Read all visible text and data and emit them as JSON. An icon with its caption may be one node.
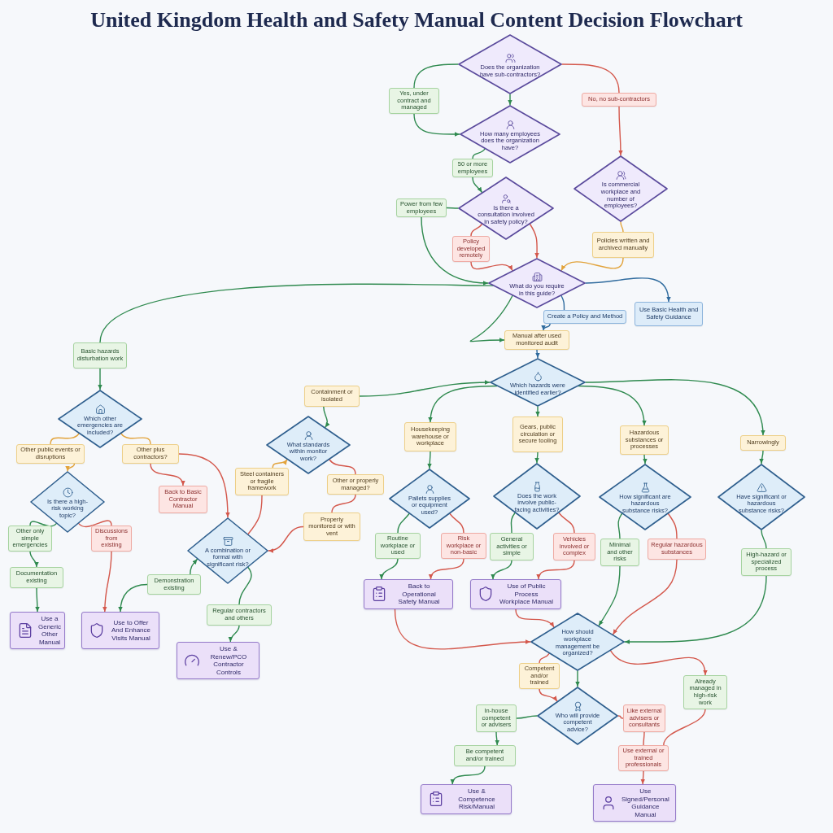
{
  "diagram": {
    "title": "United Kingdom Health and Safety Manual Content Decision Flowchart",
    "nodes": [
      {
        "text": [
          "Does the organization have sub-contractors?"
        ]
      },
      {
        "text": [
          "Yes, under contract and managed"
        ]
      },
      {
        "text": [
          "No, no sub-contractors"
        ]
      },
      {
        "text": [
          "How many employees does the organization have?"
        ]
      },
      {
        "text": [
          "50 or more employees"
        ]
      },
      {
        "text": [
          "Is there a consultation involved in safety policy?"
        ]
      },
      {
        "text": [
          "Is commercial workplace and number of employees?"
        ]
      },
      {
        "text": [
          "Power from few employees"
        ]
      },
      {
        "text": [
          "Policy developed remotely"
        ]
      },
      {
        "text": [
          "Policies written and archived manually"
        ]
      },
      {
        "text": [
          "What do you require in this guide?"
        ]
      },
      {
        "text": [
          "Create a Policy and Method"
        ]
      },
      {
        "text": [
          "Use Basic Health and Safety Guidance"
        ]
      },
      {
        "text": [
          "Manual after used monitored audit"
        ]
      },
      {
        "text": [
          "Basic hazards disturbation work"
        ]
      },
      {
        "text": [
          "Which hazards were identified earlier?"
        ]
      },
      {
        "text": [
          "Which other emergencies are included?"
        ]
      },
      {
        "text": [
          "Containment or isolated"
        ]
      },
      {
        "text": [
          "Housekeeping warehouse or workplace"
        ]
      },
      {
        "text": [
          "Gears, public circulation or secure tooling"
        ]
      },
      {
        "text": [
          "Hazardous substances or processes"
        ]
      },
      {
        "text": [
          "Narrowingly"
        ]
      },
      {
        "text": [
          "What standards within monitor work?"
        ]
      },
      {
        "text": [
          "Other public events or disruptions"
        ]
      },
      {
        "text": [
          "Other plus contractors?"
        ]
      },
      {
        "text": [
          "Steel containers or fragile framework"
        ]
      },
      {
        "text": [
          "Other or properly managed?"
        ]
      },
      {
        "text": [
          "Pallets supplies or equipment used?"
        ]
      },
      {
        "text": [
          "Does the work involve public-facing activities?"
        ]
      },
      {
        "text": [
          "How significant are hazardous substance risks?"
        ]
      },
      {
        "text": [
          "Have significant or hazardous substance risks?"
        ]
      },
      {
        "text": [
          "Is there a high-risk working topic?"
        ]
      },
      {
        "text": [
          "Back to Basic Contractor Manual"
        ]
      },
      {
        "text": [
          "Properly monitored or with vent"
        ]
      },
      {
        "text": [
          "Other only simple emergencies"
        ]
      },
      {
        "text": [
          "Discussions from existing"
        ]
      },
      {
        "text": [
          "A combination or formal with significant risk?"
        ]
      },
      {
        "text": [
          "Routine workplace or used"
        ]
      },
      {
        "text": [
          "Risk workplace or non-basic"
        ]
      },
      {
        "text": [
          "General activities or simple"
        ]
      },
      {
        "text": [
          "Vehicles involved or complex"
        ]
      },
      {
        "text": [
          "Minimal and other risks"
        ]
      },
      {
        "text": [
          "Regular hazardous substances"
        ]
      },
      {
        "text": [
          "High-hazard or specialized process"
        ]
      },
      {
        "text": [
          "Documentation existing"
        ]
      },
      {
        "text": [
          "Demonstration existing"
        ]
      },
      {
        "text": [
          "Back to Operational Safety Manual"
        ]
      },
      {
        "text": [
          "Use of Public Process Workplace Manual"
        ]
      },
      {
        "text": [
          "Regular contractors and others"
        ]
      },
      {
        "text": [
          "Use a Generic Other Manual"
        ]
      },
      {
        "text": [
          "Use to Offer And Enhance Visits Manual"
        ]
      },
      {
        "text": [
          "How should workplace management be organized?"
        ]
      },
      {
        "text": [
          "Use & Renew/PCO Contractor Controls"
        ]
      },
      {
        "text": [
          "Competent and/or trained"
        ]
      },
      {
        "text": [
          "Already managed in high-risk work"
        ]
      },
      {
        "text": [
          "Who will provide competent advice?"
        ]
      },
      {
        "text": [
          "In-house competent or advisers"
        ]
      },
      {
        "text": [
          "Like external advisers or consultants"
        ]
      },
      {
        "text": [
          "Be competent and/or trained"
        ]
      },
      {
        "text": [
          "Use external or trained professionals"
        ]
      },
      {
        "text": [
          "Use & Competence Risk/Manual"
        ]
      },
      {
        "text": [
          "Use Signed/Personal Guidance Manual"
        ]
      }
    ],
    "edges": [
      {
        "from": 0,
        "to": 1,
        "arrow": "none"
      },
      {
        "from": 1,
        "to": 3,
        "arrow": "to"
      },
      {
        "from": 0,
        "to": 3,
        "arrow": "to"
      },
      {
        "from": 0,
        "to": 2,
        "arrow": "none",
        "color": "#d4584c"
      },
      {
        "from": 2,
        "to": 6,
        "arrow": "to",
        "color": "#d4584c"
      },
      {
        "from": 3,
        "to": 4,
        "arrow": "none"
      },
      {
        "from": 4,
        "to": 5,
        "arrow": "to"
      },
      {
        "from": 5,
        "to": 7,
        "arrow": "none"
      },
      {
        "from": 7,
        "to": 10,
        "arrow": "to"
      },
      {
        "from": 5,
        "to": 8,
        "arrow": "none",
        "color": "#d4584c"
      },
      {
        "from": 8,
        "to": 10,
        "arrow": "to",
        "color": "#d4584c"
      },
      {
        "from": 5,
        "to": 10,
        "arrow": "to",
        "color": "#d4584c"
      },
      {
        "from": 6,
        "to": 9,
        "arrow": "none",
        "color": "#e2a33b"
      },
      {
        "from": 9,
        "to": 10,
        "arrow": "to",
        "color": "#e2a33b"
      },
      {
        "from": 10,
        "to": 14,
        "arrow": "none"
      },
      {
        "from": 14,
        "to": 16,
        "arrow": "to"
      },
      {
        "from": 10,
        "to": 13,
        "arrow": "to"
      },
      {
        "from": 10,
        "to": 11,
        "arrow": "none",
        "color": "#2f6b9e"
      },
      {
        "from": 11,
        "to": 13,
        "arrow": "to",
        "color": "#2f6b9e"
      },
      {
        "from": 10,
        "to": 12,
        "arrow": "to",
        "color": "#2f6b9e"
      },
      {
        "from": 13,
        "to": 15,
        "arrow": "to",
        "color": "#2f6b9e"
      },
      {
        "from": 17,
        "to": 15,
        "arrow": "to"
      },
      {
        "from": 17,
        "to": 22,
        "arrow": "to"
      },
      {
        "from": 15,
        "to": 18,
        "arrow": "to"
      },
      {
        "from": 15,
        "to": 19,
        "arrow": "to"
      },
      {
        "from": 15,
        "to": 20,
        "arrow": "to"
      },
      {
        "from": 15,
        "to": 21,
        "arrow": "to"
      },
      {
        "from": 16,
        "to": 23,
        "arrow": "none",
        "color": "#e2a33b"
      },
      {
        "from": 23,
        "to": 31,
        "arrow": "to",
        "color": "#e2a33b"
      },
      {
        "from": 16,
        "to": 24,
        "arrow": "none",
        "color": "#e2a33b"
      },
      {
        "from": 24,
        "to": 32,
        "arrow": "to",
        "color": "#d4584c"
      },
      {
        "from": 24,
        "to": 36,
        "arrow": "to",
        "color": "#d4584c"
      },
      {
        "from": 18,
        "to": 27,
        "arrow": "to"
      },
      {
        "from": 19,
        "to": 28,
        "arrow": "to"
      },
      {
        "from": 20,
        "to": 29,
        "arrow": "to"
      },
      {
        "from": 21,
        "to": 30,
        "arrow": "to"
      },
      {
        "from": 36,
        "to": 25,
        "arrow": "none",
        "color": "#d4584c"
      },
      {
        "from": 25,
        "to": 22,
        "arrow": "to",
        "color": "#e2a33b"
      },
      {
        "from": 22,
        "to": 26,
        "arrow": "none",
        "color": "#d4584c"
      },
      {
        "from": 26,
        "to": 33,
        "arrow": "none",
        "color": "#d4584c"
      },
      {
        "from": 33,
        "to": 36,
        "arrow": "to",
        "color": "#d4584c"
      },
      {
        "from": 31,
        "to": 34,
        "arrow": "none"
      },
      {
        "from": 34,
        "to": 44,
        "arrow": "to"
      },
      {
        "from": 44,
        "to": 49,
        "arrow": "to"
      },
      {
        "from": 31,
        "to": 35,
        "arrow": "none",
        "color": "#d4584c"
      },
      {
        "from": 35,
        "to": 50,
        "arrow": "to",
        "color": "#d4584c"
      },
      {
        "from": 45,
        "to": 36,
        "arrow": "to"
      },
      {
        "from": 45,
        "to": 50,
        "arrow": "to"
      },
      {
        "from": 36,
        "to": 48,
        "arrow": "none"
      },
      {
        "from": 48,
        "to": 52,
        "arrow": "to"
      },
      {
        "from": 27,
        "to": 37,
        "arrow": "none"
      },
      {
        "from": 37,
        "to": 46,
        "arrow": "to"
      },
      {
        "from": 27,
        "to": 38,
        "arrow": "none",
        "color": "#d4584c"
      },
      {
        "from": 38,
        "to": 46,
        "arrow": "to",
        "color": "#d4584c"
      },
      {
        "from": 28,
        "to": 39,
        "arrow": "none"
      },
      {
        "from": 39,
        "to": 47,
        "arrow": "to"
      },
      {
        "from": 28,
        "to": 40,
        "arrow": "none",
        "color": "#d4584c"
      },
      {
        "from": 40,
        "to": 47,
        "arrow": "to",
        "color": "#d4584c"
      },
      {
        "from": 29,
        "to": 41,
        "arrow": "none"
      },
      {
        "from": 41,
        "to": 51,
        "arrow": "to"
      },
      {
        "from": 29,
        "to": 42,
        "arrow": "none",
        "color": "#d4584c"
      },
      {
        "from": 42,
        "to": 51,
        "arrow": "to",
        "color": "#d4584c"
      },
      {
        "from": 30,
        "to": 43,
        "arrow": "none"
      },
      {
        "from": 43,
        "to": 51,
        "arrow": "to"
      },
      {
        "from": 46,
        "to": 51,
        "arrow": "to",
        "color": "#d4584c"
      },
      {
        "from": 47,
        "to": 51,
        "arrow": "to",
        "color": "#d4584c"
      },
      {
        "from": 51,
        "to": 53,
        "arrow": "none",
        "color": "#d4584c"
      },
      {
        "from": 53,
        "to": 55,
        "arrow": "to",
        "color": "#d4584c"
      },
      {
        "from": 51,
        "to": 55,
        "arrow": "to"
      },
      {
        "from": 51,
        "to": 54,
        "arrow": "to",
        "color": "#d4584c"
      },
      {
        "from": 55,
        "to": 56,
        "arrow": "none"
      },
      {
        "from": 56,
        "to": 58,
        "arrow": "to"
      },
      {
        "from": 58,
        "to": 60,
        "arrow": "to"
      },
      {
        "from": 55,
        "to": 57,
        "arrow": "none",
        "color": "#d4584c"
      },
      {
        "from": 57,
        "to": 59,
        "arrow": "none",
        "color": "#d4584c"
      },
      {
        "from": 54,
        "to": 59,
        "arrow": "none",
        "color": "#d4584c"
      },
      {
        "from": 59,
        "to": 61,
        "arrow": "to",
        "color": "#d4584c"
      }
    ]
  }
}
